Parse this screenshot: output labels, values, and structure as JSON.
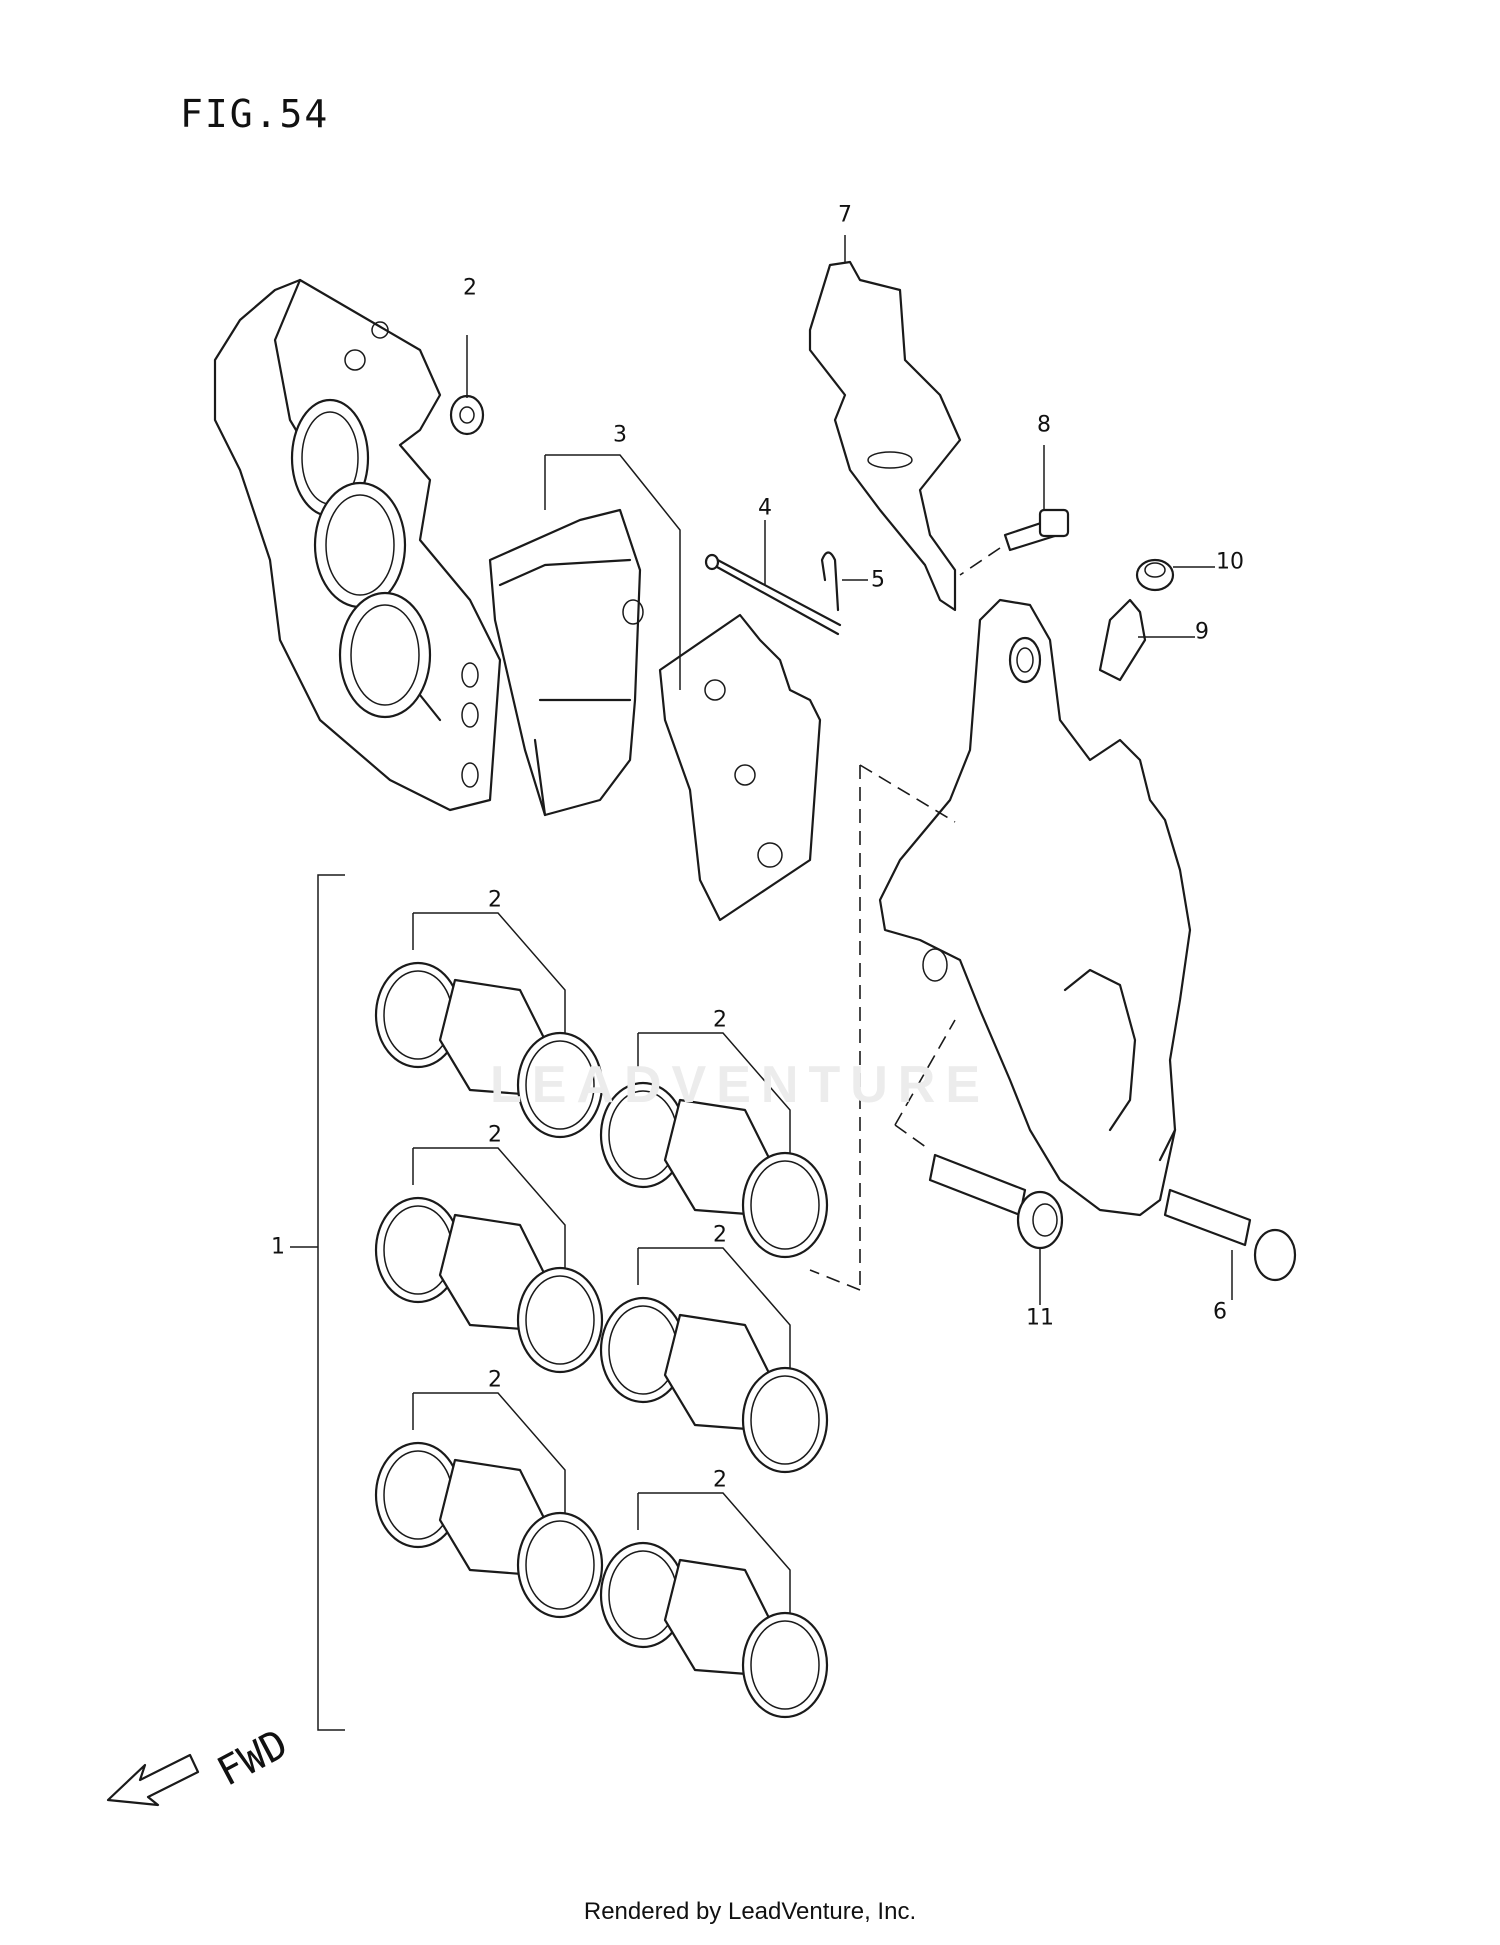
{
  "figure": {
    "title": "FIG.54"
  },
  "direction": {
    "label": "FWD",
    "icon": "arrow-forward-icon"
  },
  "footer": {
    "text": "Rendered by LeadVenture, Inc."
  },
  "watermark": {
    "text": "LEADVENTURE"
  },
  "callouts": [
    {
      "num": "1",
      "part": "caliper-assembly"
    },
    {
      "num": "2",
      "part": "washer"
    },
    {
      "num": "3",
      "part": "brake-pad-set"
    },
    {
      "num": "4",
      "part": "pad-pin"
    },
    {
      "num": "5",
      "part": "clip"
    },
    {
      "num": "6",
      "part": "mounting-bolt"
    },
    {
      "num": "7",
      "part": "pad-spring"
    },
    {
      "num": "8",
      "part": "screw"
    },
    {
      "num": "9",
      "part": "bleeder-valve"
    },
    {
      "num": "10",
      "part": "bleeder-cap"
    },
    {
      "num": "11",
      "part": "caliper-bolt"
    },
    {
      "num": "2",
      "part": "piston-seal-set"
    }
  ]
}
